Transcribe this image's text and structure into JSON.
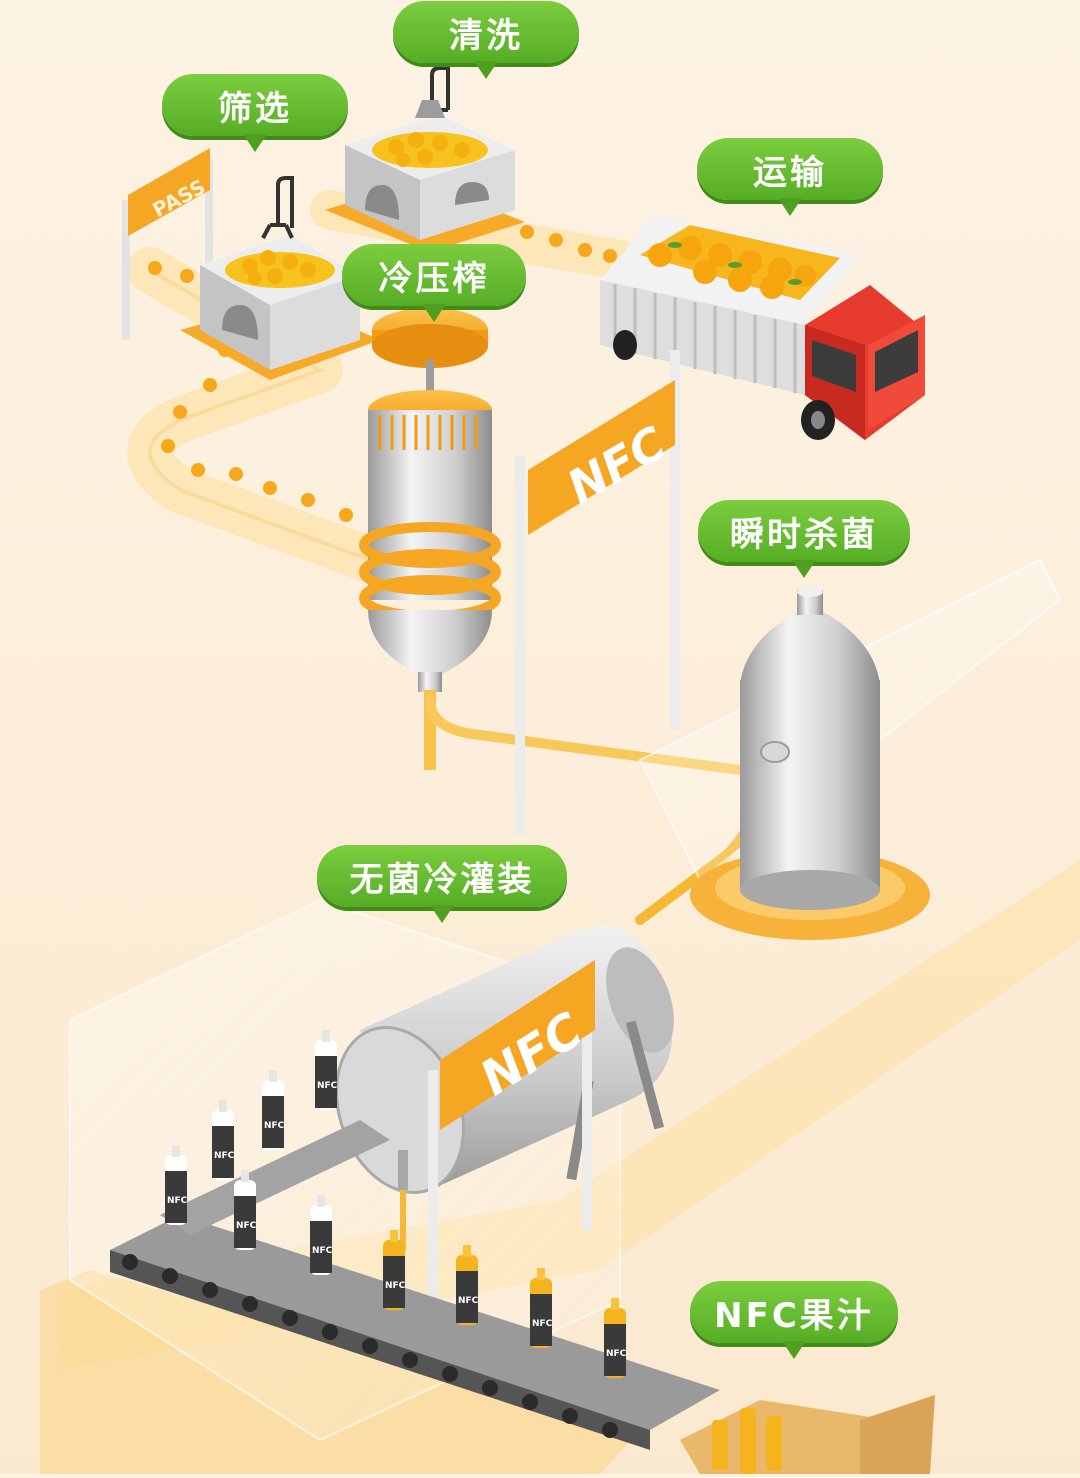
{
  "labels": {
    "clean": "清洗",
    "screen": "筛选",
    "transport": "运输",
    "cold_press": "冷压榨",
    "sterilize": "瞬时杀菌",
    "aseptic_fill": "无菌冷灌装",
    "nfc_juice": "NFC果汁"
  },
  "signs": {
    "pass": "PASS",
    "nfc": "NFC"
  },
  "bottle_mark": "NFC",
  "colors": {
    "bubble_green": "#5cb82a",
    "orange_accent": "#f5a623",
    "fruit_orange": "#f7b21b",
    "truck_red": "#e63b2e",
    "steel": "#c9c9c9"
  }
}
